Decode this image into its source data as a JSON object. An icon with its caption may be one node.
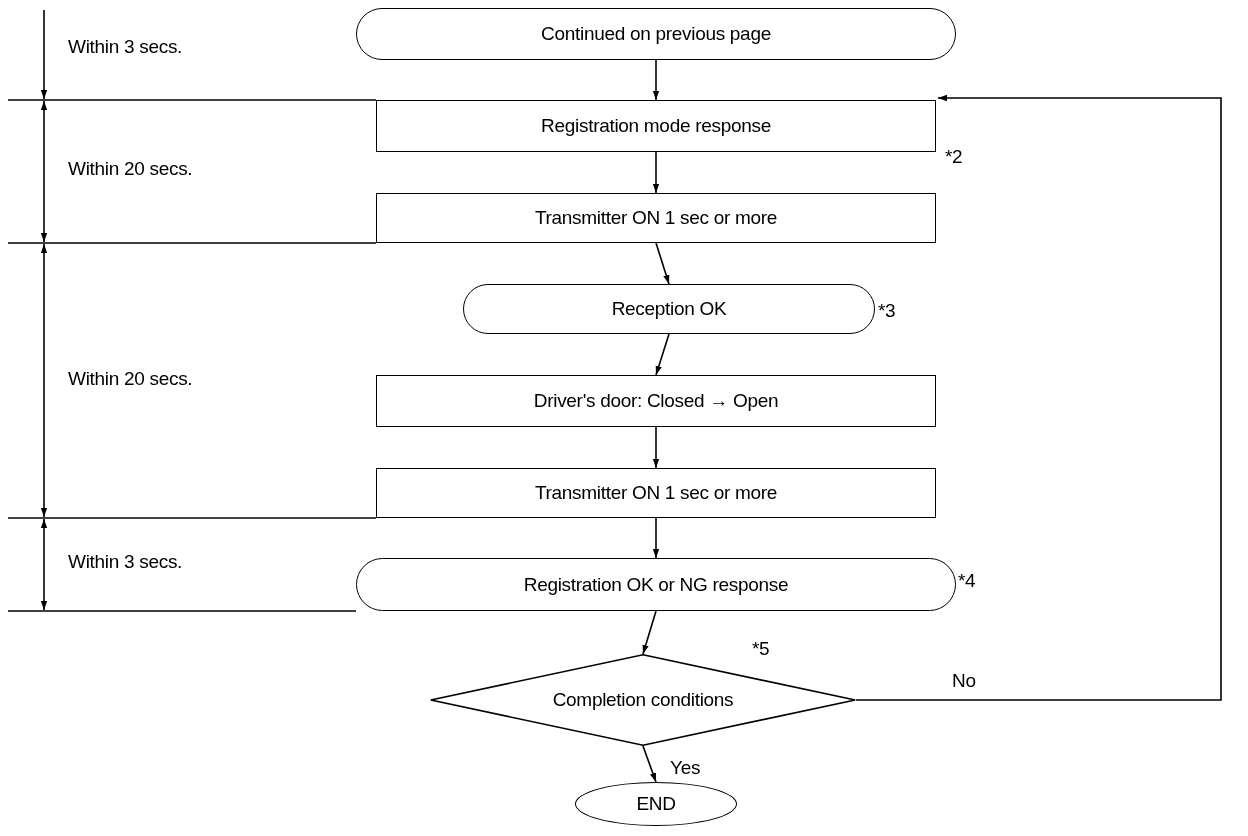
{
  "diagram": {
    "nodes": [
      {
        "text": [
          "Continued on previous page"
        ]
      },
      {
        "text": [
          "Registration mode response"
        ],
        "beside": [
          "*2"
        ]
      },
      {
        "text": [
          "Transmitter ON 1 sec or more"
        ]
      },
      {
        "text": [
          "Reception OK"
        ],
        "beside": [
          "*3"
        ]
      },
      {
        "text": [
          "Driver's door: Closed → Open"
        ]
      },
      {
        "text": [
          "Transmitter ON 1 sec or more"
        ]
      },
      {
        "text": [
          "Registration OK or NG response"
        ],
        "beside": [
          "*4"
        ]
      },
      {
        "text": [
          "Completion conditions"
        ],
        "beside": [
          "*5"
        ]
      },
      {
        "text": [
          "END"
        ]
      }
    ],
    "edges": [
      {
        "from": 0,
        "to": 1,
        "arrow": "to"
      },
      {
        "from": 1,
        "to": 2,
        "arrow": "to"
      },
      {
        "from": 2,
        "to": 3,
        "arrow": "to"
      },
      {
        "from": 3,
        "to": 4,
        "arrow": "to"
      },
      {
        "from": 4,
        "to": 5,
        "arrow": "to"
      },
      {
        "from": 5,
        "to": 6,
        "arrow": "to"
      },
      {
        "from": 6,
        "to": 7,
        "arrow": "to"
      },
      {
        "from": 7,
        "to": 8,
        "arrow": "to",
        "label": "Yes"
      },
      {
        "from": 7,
        "to": 1,
        "arrow": "to",
        "label": "No"
      }
    ],
    "labels": [
      "Within 3 secs.",
      "Within 20 secs.",
      "Within 20 secs.",
      "Within 3 secs."
    ]
  }
}
